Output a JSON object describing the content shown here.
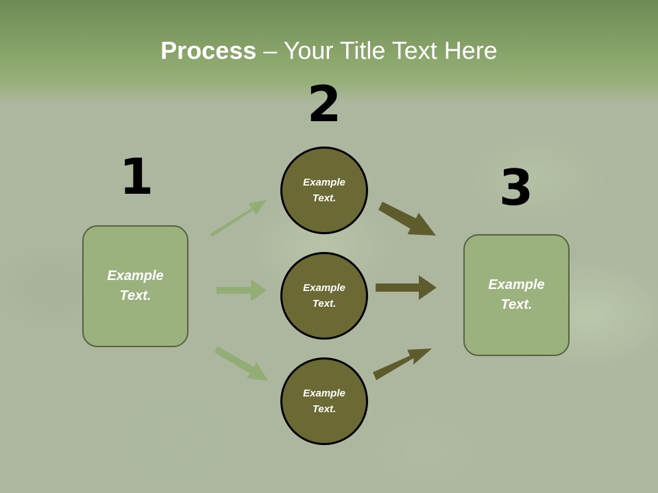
{
  "title": {
    "strong": "Process",
    "separator": " – ",
    "rest": "Your Title Text Here"
  },
  "steps": [
    {
      "number": "1",
      "label_line1": "Example",
      "label_line2": "Text."
    },
    {
      "number": "2"
    },
    {
      "number": "3",
      "label_line1": "Example",
      "label_line2": "Text."
    }
  ],
  "circles": [
    {
      "label_line1": "Example",
      "label_line2": "Text."
    },
    {
      "label_line1": "Example",
      "label_line2": "Text."
    },
    {
      "label_line1": "Example",
      "label_line2": "Text."
    }
  ],
  "colors": {
    "header": "#8aa66b",
    "box_fill": "#9bb27f",
    "circle_fill": "#6b6a34",
    "arrow_light": "#93ad77",
    "arrow_dark": "#5e5c2c"
  }
}
